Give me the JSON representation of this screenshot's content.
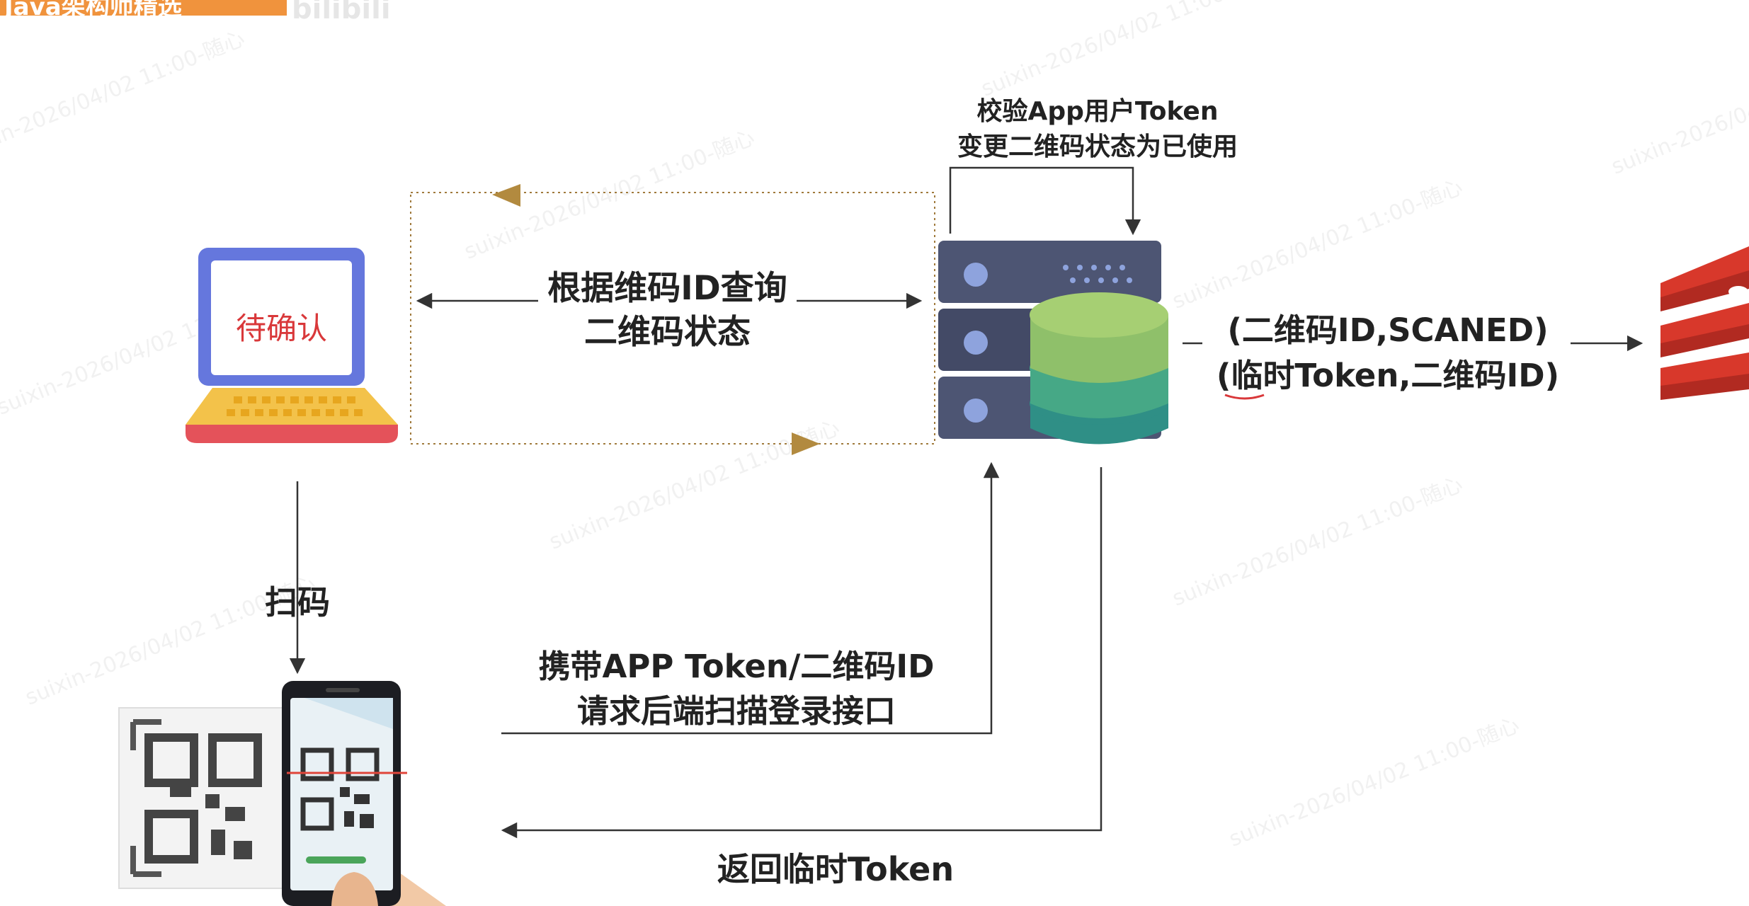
{
  "banner": {
    "text": "Java架构师精选",
    "color": "#f0933d"
  },
  "watermark": "suixin-2026/04/02 11:00-随心",
  "labels": {
    "laptop_status": "待确认",
    "query_line1": "根据维码ID查询",
    "query_line2": "二维码状态",
    "server_note_line1": "校验App用户Token",
    "server_note_line2": "变更二维码状态为已使用",
    "redis_line1": "(二维码ID,SCANED)",
    "redis_line2": "(临时Token,二维码ID)",
    "scan": "扫码",
    "request_line1": "携带APP Token/二维码ID",
    "request_line2": "请求后端扫描登录接口",
    "return_token": "返回临时Token"
  },
  "colors": {
    "arrow": "#333333",
    "polling_triangle": "#b28a3f",
    "laptop_screen_border": "#5b6ed6",
    "laptop_text": "#d9383a",
    "laptop_keys": "#f0bb2a",
    "laptop_base": "#e4525a",
    "server": "#4a5272",
    "db_top": "#8fc06a",
    "db_mid": "#46a886",
    "db_bottom": "#2f8f86",
    "redis": "#d8382b"
  },
  "icons": [
    "laptop-icon",
    "server-database-icon",
    "redis-icon",
    "phone-qr-scan-icon"
  ]
}
